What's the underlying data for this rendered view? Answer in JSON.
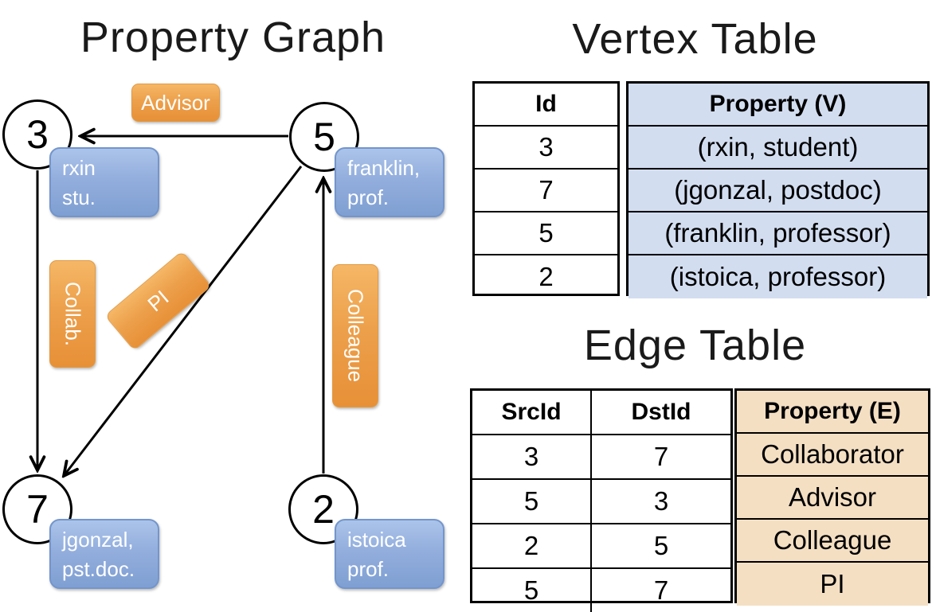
{
  "graph": {
    "title": "Property Graph",
    "nodes": [
      {
        "id": "3",
        "prop_line1": "rxin",
        "prop_line2": "stu."
      },
      {
        "id": "5",
        "prop_line1": "franklin,",
        "prop_line2": "prof."
      },
      {
        "id": "7",
        "prop_line1": "jgonzal,",
        "prop_line2": "pst.doc."
      },
      {
        "id": "2",
        "prop_line1": "istoica",
        "prop_line2": "prof."
      }
    ],
    "edge_labels": {
      "advisor": "Advisor",
      "collab": "Collab.",
      "pi": "PI",
      "colleague": "Colleague"
    }
  },
  "vertex_table": {
    "title": "Vertex Table",
    "headers": {
      "id": "Id",
      "property": "Property (V)"
    },
    "rows": [
      {
        "id": "3",
        "property": "(rxin, student)"
      },
      {
        "id": "7",
        "property": "(jgonzal, postdoc)"
      },
      {
        "id": "5",
        "property": "(franklin, professor)"
      },
      {
        "id": "2",
        "property": "(istoica, professor)"
      }
    ]
  },
  "edge_table": {
    "title": "Edge Table",
    "headers": {
      "src": "SrcId",
      "dst": "DstId",
      "property": "Property (E)"
    },
    "rows": [
      {
        "src": "3",
        "dst": "7",
        "property": "Collaborator"
      },
      {
        "src": "5",
        "dst": "3",
        "property": "Advisor"
      },
      {
        "src": "2",
        "dst": "5",
        "property": "Colleague"
      },
      {
        "src": "5",
        "dst": "7",
        "property": "PI"
      }
    ]
  },
  "colors": {
    "edge_label_orange": "#eb9a43",
    "vertex_prop_blue": "#8fafdc",
    "vertex_table_fill": "#d2ddf0",
    "edge_table_fill": "#f4dfc3",
    "line_black": "#000000"
  }
}
